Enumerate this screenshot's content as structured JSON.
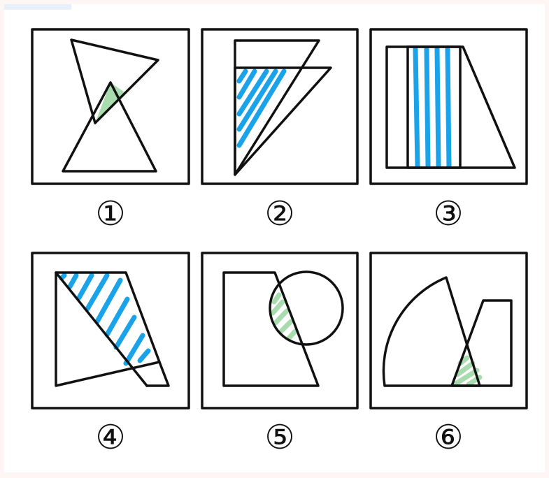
{
  "colors": {
    "stroke": "#111111",
    "blue_hatch": "#1aa3e8",
    "green_hatch": "#a8dcae",
    "green_fill": "#a8dcae"
  },
  "figures": [
    {
      "label": "①",
      "shading": "green-fill"
    },
    {
      "label": "②",
      "shading": "blue-hatch"
    },
    {
      "label": "③",
      "shading": "blue-hatch"
    },
    {
      "label": "④",
      "shading": "blue-hatch"
    },
    {
      "label": "⑤",
      "shading": "green-hatch"
    },
    {
      "label": "⑥",
      "shading": "green-hatch"
    }
  ]
}
